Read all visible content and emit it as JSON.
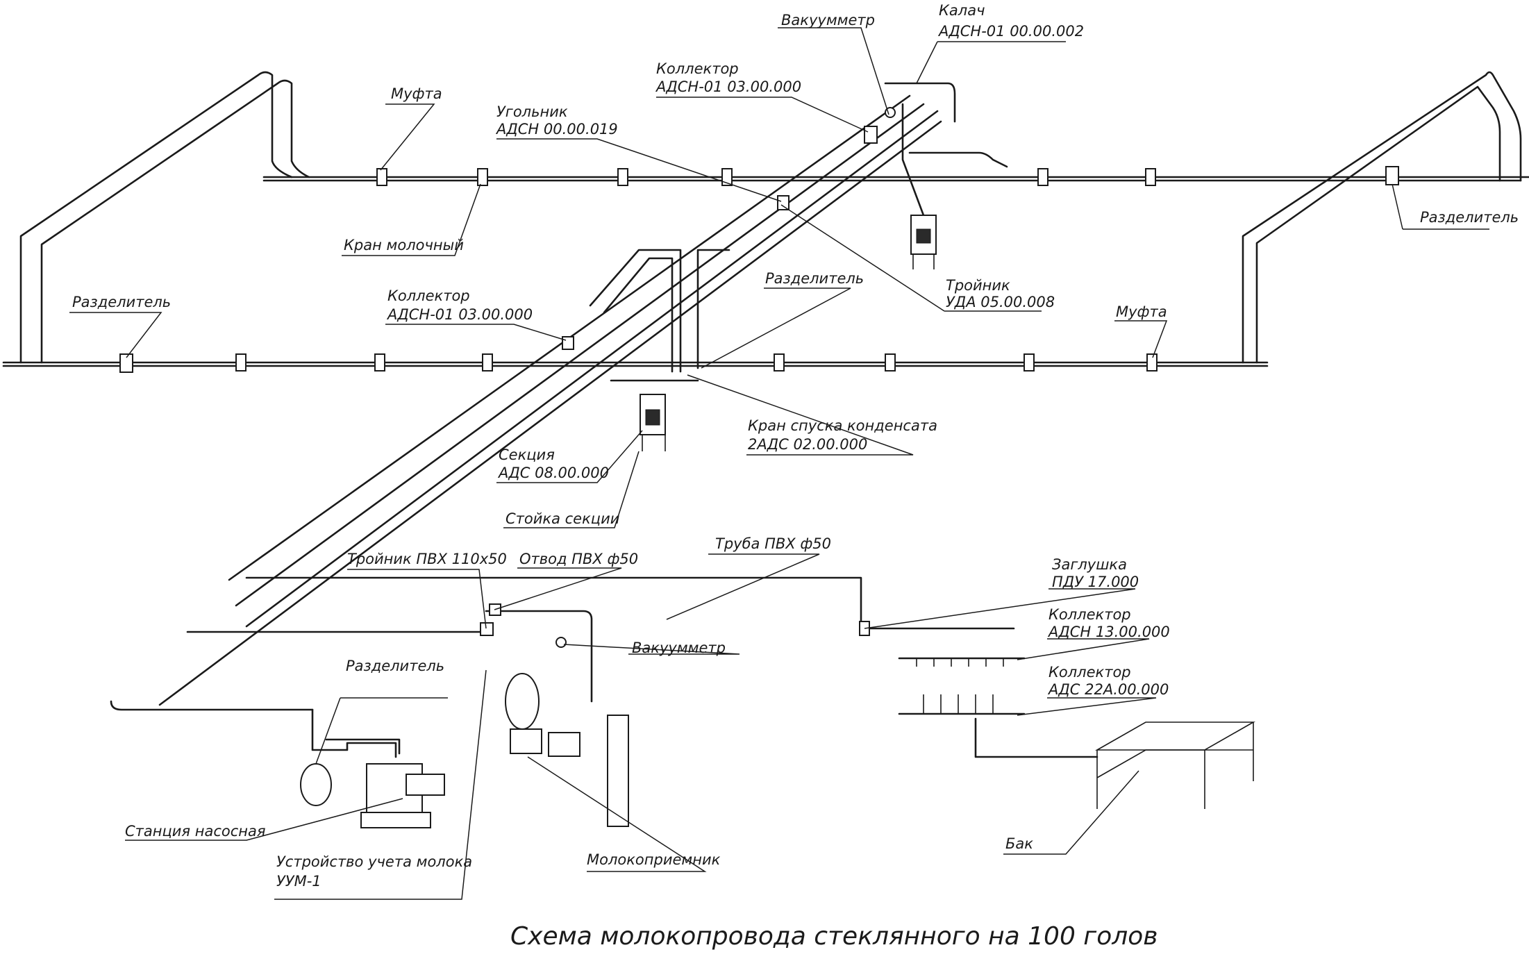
{
  "title": "Схема молокопровода стеклянного на 100 голов",
  "labels": {
    "vacuummeter_top": "Вакуумметр",
    "kalach": "Калач",
    "kalach_code": "АДСН-01 00.00.002",
    "collector_top": "Коллектор",
    "collector_top_code": "АДСН-01 03.00.000",
    "mufta_top": "Муфта",
    "ugolnik": "Угольник",
    "ugolnik_code": "АДСН 00.00.019",
    "razdelitel_right": "Разделитель",
    "kran_molochny": "Кран молочный",
    "razdelitel_left": "Разделитель",
    "collector_mid": "Коллектор",
    "collector_mid_code": "АДСН-01 03.00.000",
    "razdelitel_mid": "Разделитель",
    "troynik": "Тройник",
    "troynik_code": "УДА 05.00.008",
    "mufta_right": "Муфта",
    "kran_spuska": "Кран спуска конденсата",
    "kran_spuska_code": "2АДС 02.00.000",
    "sekciya": "Секция",
    "sekciya_code": "АДС 08.00.000",
    "stoyka": "Стойка секции",
    "truba_pvh": "Труба ПВХ ф50",
    "troynik_pvh": "Тройник ПВХ 110х50",
    "otvod_pvh": "Отвод ПВХ ф50",
    "zaglushka": "Заглушка",
    "zaglushka_code": "ПДУ 17.000",
    "collector_b1": "Коллектор",
    "collector_b1_code": "АДСН 13.00.000",
    "vacuummeter_bottom": "Вакуумметр",
    "collector_b2": "Коллектор",
    "collector_b2_code": "АДС 22А.00.000",
    "razdelitel_bottom": "Разделитель",
    "stanciya": "Станция насосная",
    "ustroystvo": "Устройство учета молока",
    "ustroystvo_code": "УУМ-1",
    "molokopriemnik": "Молокоприемник",
    "bak": "Бак"
  }
}
